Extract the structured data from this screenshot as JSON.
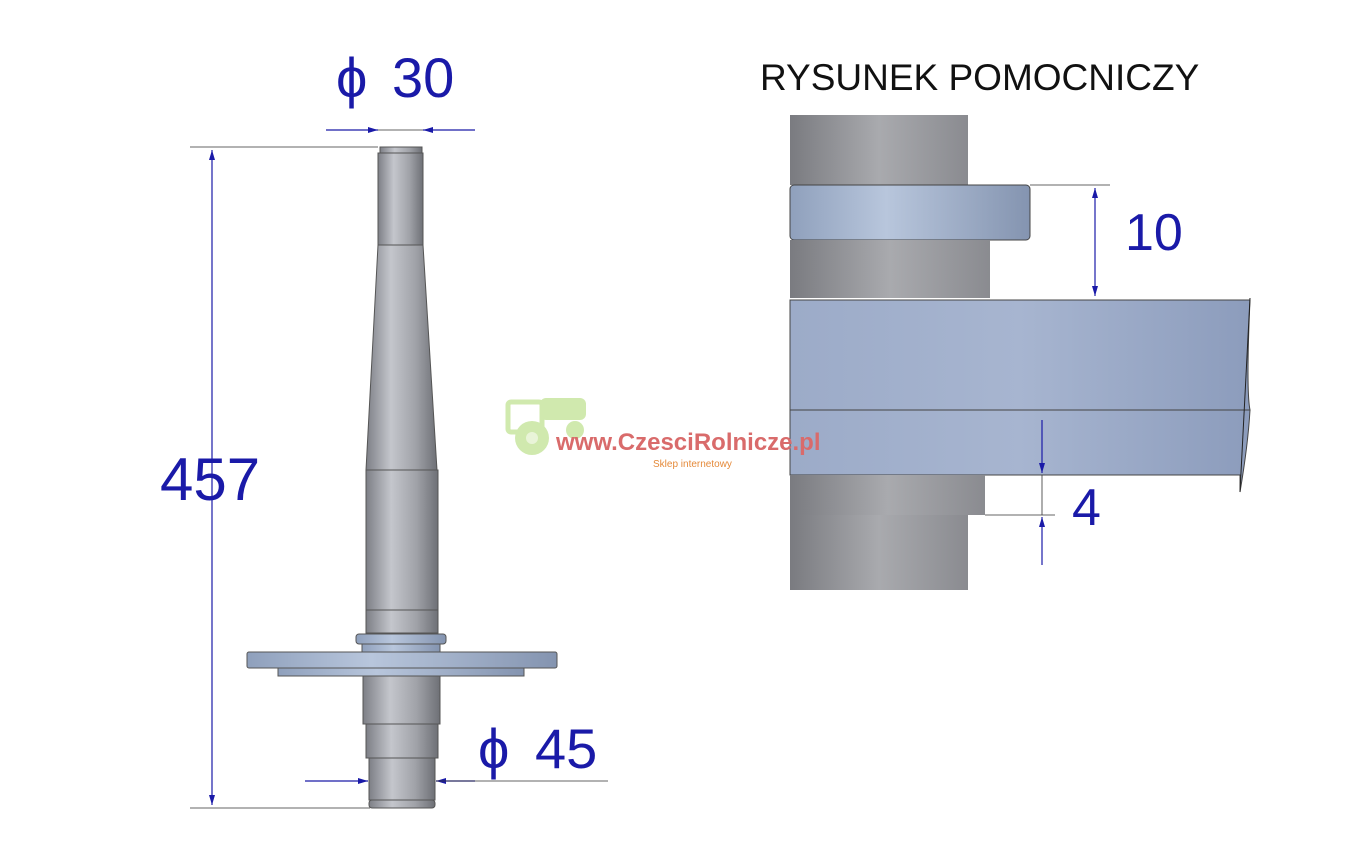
{
  "drawing": {
    "main_part": {
      "dim_top_diameter": "30",
      "dim_bottom_diameter": "45",
      "dim_length": "457",
      "diameter_symbol": "ϕ"
    },
    "detail": {
      "title": "RYSUNEK  POMOCNICZY",
      "dim_ring_thickness": "10",
      "dim_gap": "4"
    }
  },
  "watermark": {
    "url": "www.CzesciRolnicze.pl",
    "tagline": "Sklep internetowy"
  },
  "colors": {
    "dimension": "#1a1aa8",
    "shaft": "#9a9ca3",
    "plate": "#9fb0cc",
    "watermark_text": "#d96b6b",
    "watermark_logo": "#c8e6a0"
  }
}
